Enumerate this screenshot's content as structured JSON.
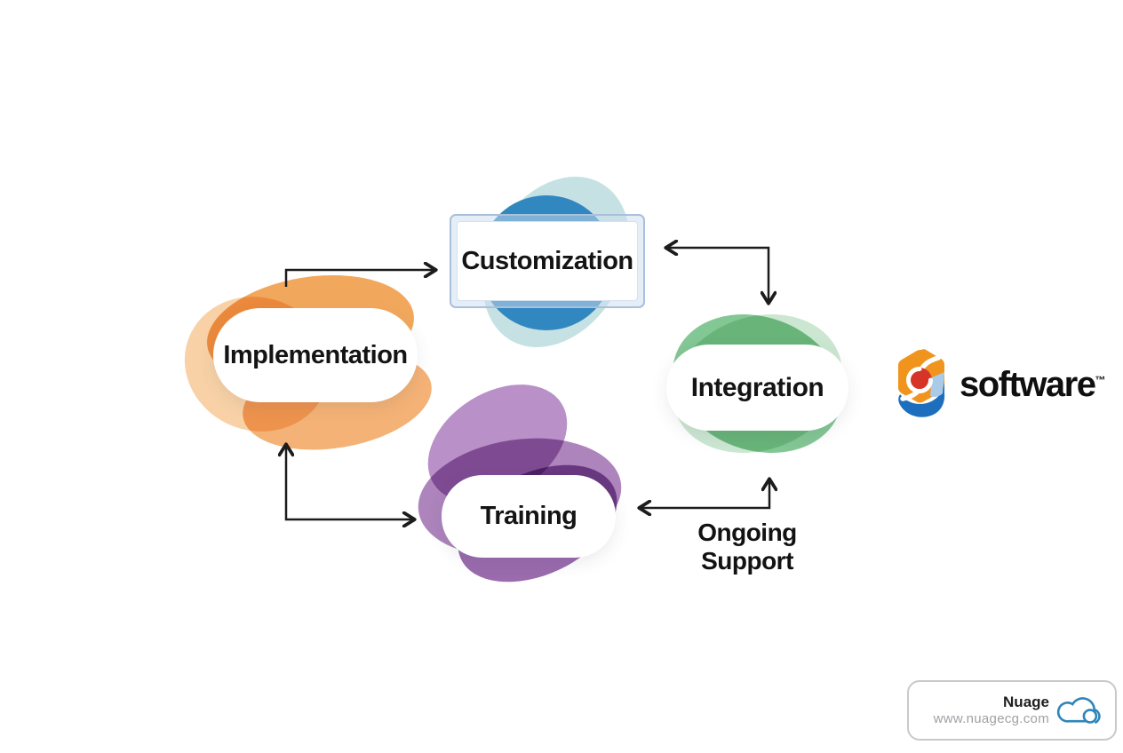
{
  "diagram": {
    "nodes": [
      {
        "id": "customization",
        "label": "Customization",
        "theme": "blue"
      },
      {
        "id": "implementation",
        "label": "Implementation",
        "theme": "orange"
      },
      {
        "id": "integration",
        "label": "Integration",
        "theme": "green"
      },
      {
        "id": "training",
        "label": "Training",
        "theme": "purple"
      }
    ],
    "support_label": {
      "line1": "Ongoing",
      "line2": "Support"
    },
    "connections": [
      {
        "from": "implementation",
        "to": "customization",
        "style": "elbow"
      },
      {
        "between": [
          "customization",
          "integration"
        ],
        "style": "elbow-double-arrowhead"
      },
      {
        "between": [
          "implementation",
          "training"
        ],
        "style": "elbow-double-arrowhead"
      },
      {
        "between": [
          "training",
          "integration"
        ],
        "style": "elbow-double-arrowhead",
        "adjacent_label": "Ongoing Support"
      }
    ],
    "colors": {
      "arrow": "#1c1c1c",
      "text": "#141414",
      "blue_circle": "#3187BF",
      "teal_blob": "#C3DFE2",
      "orange_blobs": [
        "#F2A85C",
        "#F8D2A6",
        "#F4B276"
      ],
      "green_blobs": [
        "#83C794",
        "#CBE7D1"
      ],
      "purple_blobs": [
        "#B990C7",
        "#AD84BC",
        "#9A6BAD"
      ],
      "customization_frame_border": "#A9BFDA"
    }
  },
  "logo": {
    "name": "software",
    "trademark": "™",
    "icon_colors": {
      "orange": "#F0941E",
      "blue": "#1D6FBE",
      "red": "#D63427",
      "light_blue": "#A9CBE8"
    }
  },
  "watermark": {
    "brand": "Nuage",
    "website": "www.nuagecg.com",
    "cloud_color": "#2E86B8"
  }
}
